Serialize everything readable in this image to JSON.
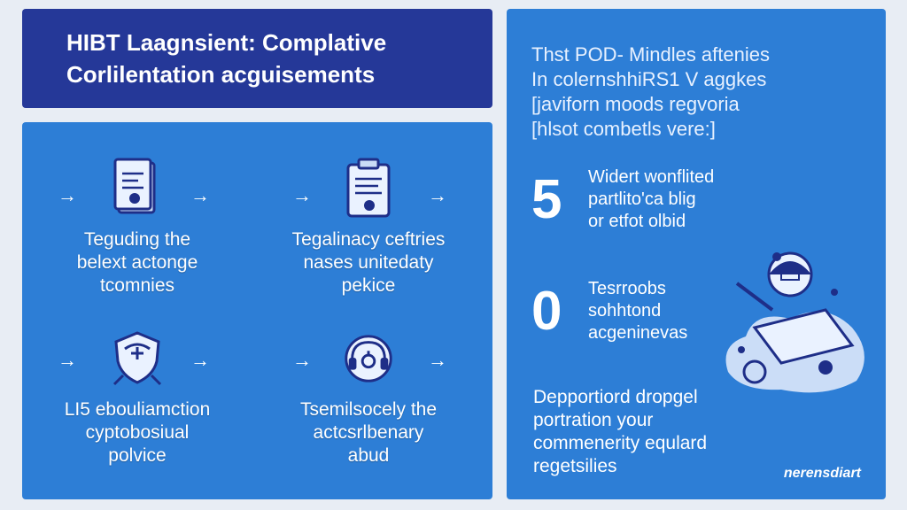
{
  "title": {
    "line1": "HIBT Laagnsient: Complative",
    "line2": "Corlilentation acguisements"
  },
  "grid": [
    {
      "caption": [
        "Teguding the",
        "belext actonge",
        "tcomnies"
      ],
      "icon": "document-icon"
    },
    {
      "caption": [
        "Tegalinacy ceftries",
        "nases unitedaty",
        "pekice"
      ],
      "icon": "clipboard-icon"
    },
    {
      "caption": [
        "LI5 ebouliamction",
        "cyptobosiual",
        "polvice"
      ],
      "icon": "shield-icon"
    },
    {
      "caption": [
        "Tsemilsocely the",
        "actcsrlbenary",
        "abud"
      ],
      "icon": "headset-icon"
    }
  ],
  "arrow": "→",
  "right": {
    "intro": [
      "Thst POD- Mindles aftenies",
      "In colernshhiRS1 V aggkes",
      "[javiforn moods regvoria",
      "[hlsot combetls vere:]"
    ],
    "stat1": {
      "number": "5",
      "desc": [
        "Widert wonflited",
        "partlito'ca blig",
        "or etfot olbid"
      ]
    },
    "stat2": {
      "number": "0",
      "desc": [
        "Tesrroobs",
        "sohhtond",
        "acgeninevas"
      ]
    },
    "footer": [
      "Depportiord dropgel",
      "portration your",
      "commenerity equlard",
      "regetsilies"
    ],
    "brand": "nerensdiart"
  },
  "colors": {
    "title_bg": "#253898",
    "panel_bg": "#2d7ed6",
    "page_bg": "#e8edf4",
    "icon_fill": "#eaf2ff",
    "icon_stroke": "#1e2e88"
  }
}
